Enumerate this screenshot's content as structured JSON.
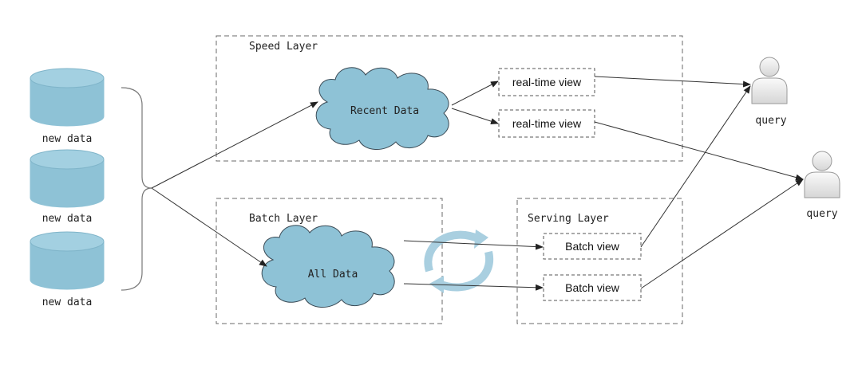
{
  "sources": [
    {
      "label": "new data"
    },
    {
      "label": "new data"
    },
    {
      "label": "new data"
    }
  ],
  "speed_layer": {
    "title": "Speed Layer",
    "cloud_label": "Recent Data",
    "views": [
      "real-time view",
      "real-time view"
    ]
  },
  "batch_layer": {
    "title": "Batch Layer",
    "cloud_label": "All Data"
  },
  "serving_layer": {
    "title": "Serving Layer",
    "views": [
      "Batch view",
      "Batch view"
    ]
  },
  "queries": [
    {
      "label": "query"
    },
    {
      "label": "query"
    }
  ],
  "colors": {
    "database_fill": "#8ec2d6",
    "database_top": "#a3d0e1",
    "cloud_fill": "#8ec2d6",
    "cloud_stroke": "#3a4a55",
    "cycle_arrow": "#a9cfe0",
    "user_icon": "#e6e6e6"
  }
}
